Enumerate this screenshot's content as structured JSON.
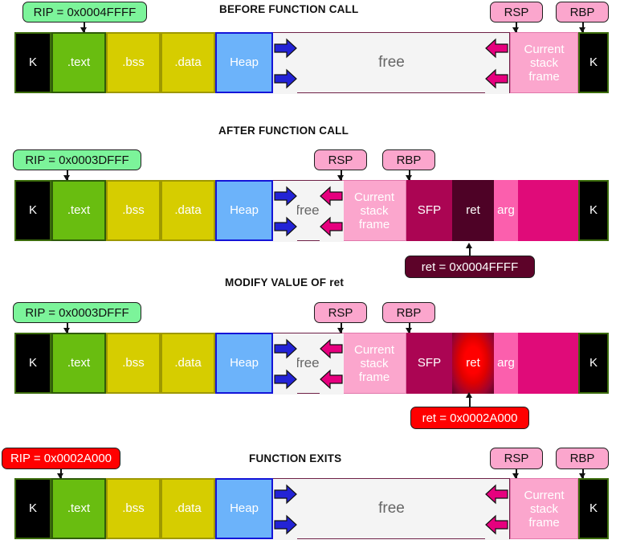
{
  "diagram_title": "Stack smashing / return address overwrite memory layout",
  "palette": {
    "kernel": "#000000",
    "text_seg": "#69bd10",
    "bss_data": "#d6cd00",
    "heap": "#6cb3fa",
    "free": "#f4f4f4",
    "current_stack_frame": "#fba6cd",
    "sfp": "#ab0553",
    "ret": "#4e0226",
    "ret_modified": "#ff0000",
    "arg": "#fb5fad",
    "stack_rest": "#e00b79",
    "label_green": "#7cf49a",
    "label_pink": "#fba6cd",
    "label_dark": "#5d0329",
    "label_red": "#ff0000",
    "grow_arrow_blue": "#2323d6",
    "grow_arrow_pink": "#e6007e"
  },
  "panels": [
    {
      "id": "before-function-call",
      "title": "BEFORE FUNCTION CALL",
      "labels": [
        {
          "name": "rip",
          "text": "RIP = 0x0004FFFF",
          "style": "green"
        },
        {
          "name": "rsp",
          "text": "RSP",
          "style": "pinkl"
        },
        {
          "name": "rbp",
          "text": "RBP",
          "style": "pinkl"
        }
      ],
      "segments": [
        {
          "name": "kernel-low",
          "label": "K"
        },
        {
          "name": "text",
          "label": ".text"
        },
        {
          "name": "bss",
          "label": ".bss"
        },
        {
          "name": "data",
          "label": ".data"
        },
        {
          "name": "heap",
          "label": "Heap"
        },
        {
          "name": "free",
          "label": "free"
        },
        {
          "name": "current-stack-frame",
          "label": "Current stack frame"
        },
        {
          "name": "kernel-high",
          "label": "K"
        }
      ]
    },
    {
      "id": "after-function-call",
      "title": "AFTER FUNCTION CALL",
      "labels": [
        {
          "name": "rip",
          "text": "RIP = 0x0003DFFF",
          "style": "green"
        },
        {
          "name": "rsp",
          "text": "RSP",
          "style": "pinkl"
        },
        {
          "name": "rbp",
          "text": "RBP",
          "style": "pinkl"
        },
        {
          "name": "ret-value",
          "text": "ret = 0x0004FFFF",
          "style": "dark"
        }
      ],
      "segments": [
        {
          "name": "kernel-low",
          "label": "K"
        },
        {
          "name": "text",
          "label": ".text"
        },
        {
          "name": "bss",
          "label": ".bss"
        },
        {
          "name": "data",
          "label": ".data"
        },
        {
          "name": "heap",
          "label": "Heap"
        },
        {
          "name": "free",
          "label": "free"
        },
        {
          "name": "current-stack-frame",
          "label": "Current stack frame"
        },
        {
          "name": "sfp",
          "label": "SFP"
        },
        {
          "name": "ret",
          "label": "ret"
        },
        {
          "name": "arg",
          "label": "arg"
        },
        {
          "name": "stack-rest",
          "label": ""
        },
        {
          "name": "kernel-high",
          "label": "K"
        }
      ]
    },
    {
      "id": "modify-value-of-ret",
      "title": "MODIFY VALUE OF ret",
      "labels": [
        {
          "name": "rip",
          "text": "RIP = 0x0003DFFF",
          "style": "green"
        },
        {
          "name": "rsp",
          "text": "RSP",
          "style": "pinkl"
        },
        {
          "name": "rbp",
          "text": "RBP",
          "style": "pinkl"
        },
        {
          "name": "ret-value",
          "text": "ret = 0x0002A000",
          "style": "red"
        }
      ],
      "segments": [
        {
          "name": "kernel-low",
          "label": "K"
        },
        {
          "name": "text",
          "label": ".text"
        },
        {
          "name": "bss",
          "label": ".bss"
        },
        {
          "name": "data",
          "label": ".data"
        },
        {
          "name": "heap",
          "label": "Heap"
        },
        {
          "name": "free",
          "label": "free"
        },
        {
          "name": "current-stack-frame",
          "label": "Current stack frame"
        },
        {
          "name": "sfp",
          "label": "SFP"
        },
        {
          "name": "ret",
          "label": "ret"
        },
        {
          "name": "arg",
          "label": "arg"
        },
        {
          "name": "stack-rest",
          "label": ""
        },
        {
          "name": "kernel-high",
          "label": "K"
        }
      ]
    },
    {
      "id": "function-exits",
      "title": "FUNCTION EXITS",
      "labels": [
        {
          "name": "rip",
          "text": "RIP = 0x0002A000",
          "style": "red"
        },
        {
          "name": "rsp",
          "text": "RSP",
          "style": "pinkl"
        },
        {
          "name": "rbp",
          "text": "RBP",
          "style": "pinkl"
        }
      ],
      "segments": [
        {
          "name": "kernel-low",
          "label": "K"
        },
        {
          "name": "text",
          "label": ".text"
        },
        {
          "name": "bss",
          "label": ".bss"
        },
        {
          "name": "data",
          "label": ".data"
        },
        {
          "name": "heap",
          "label": "Heap"
        },
        {
          "name": "free",
          "label": "free"
        },
        {
          "name": "current-stack-frame",
          "label": "Current stack frame"
        },
        {
          "name": "kernel-high",
          "label": "K"
        }
      ]
    }
  ],
  "csf_lines": [
    "Current",
    "stack",
    "frame"
  ]
}
